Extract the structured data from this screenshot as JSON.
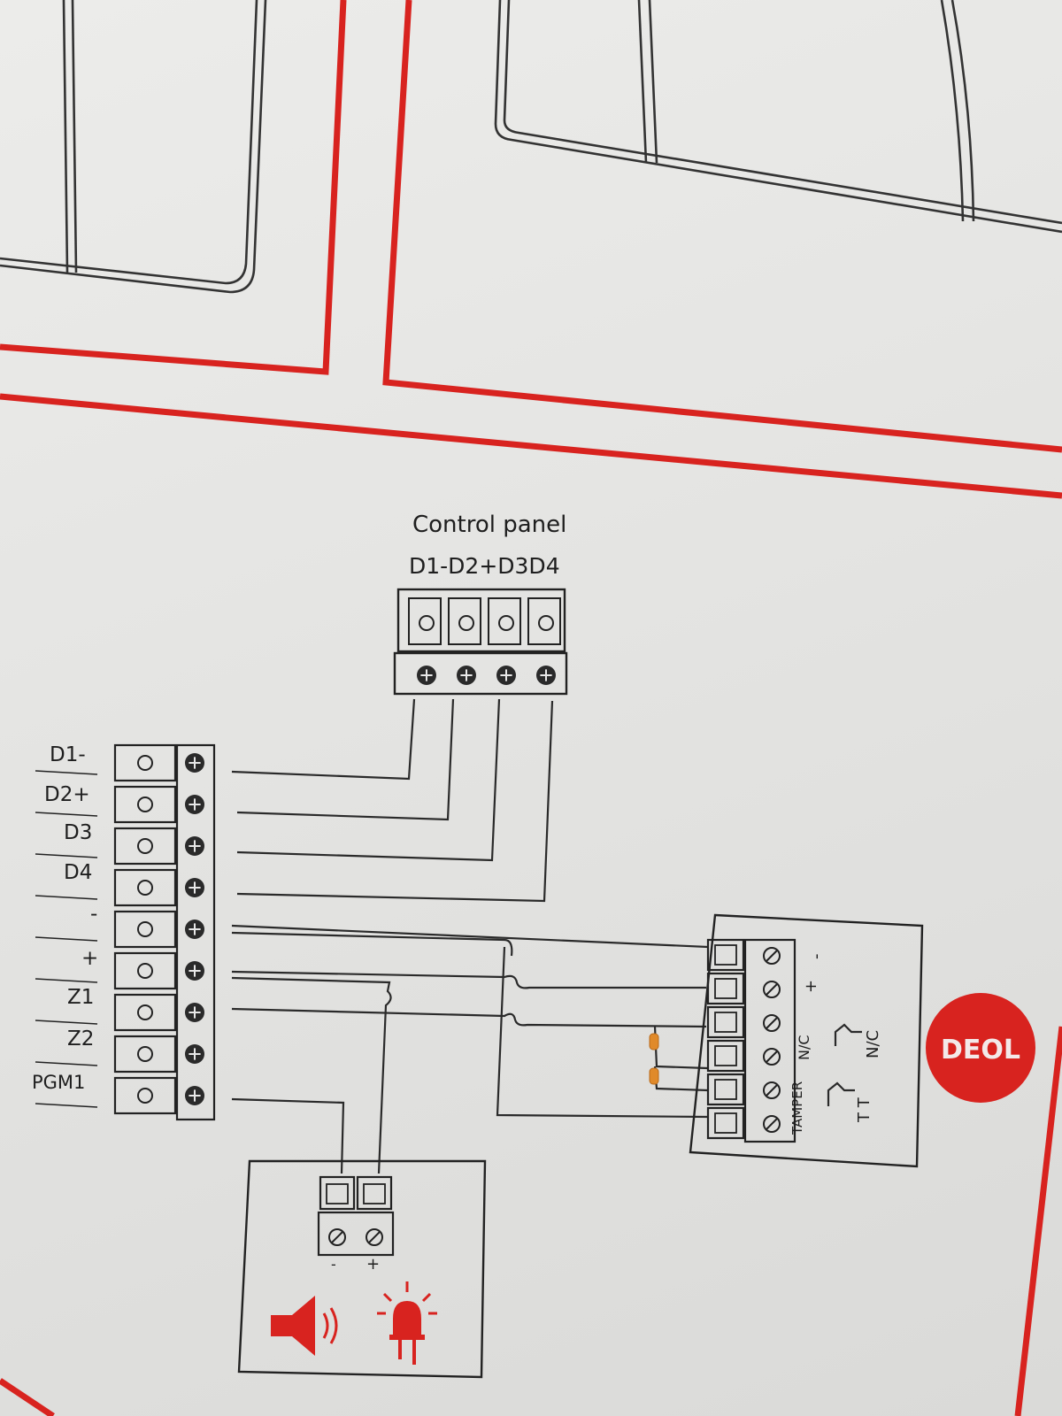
{
  "diagram": {
    "control_panel": {
      "title": "Control panel",
      "terminals": "D1-D2+D3D4"
    },
    "left_terminal_labels": [
      "D1-",
      "D2+",
      "D3",
      "D4",
      "-",
      "+",
      "Z1",
      "Z2",
      "PGM1"
    ],
    "right_module": {
      "power_labels": [
        "-",
        "+"
      ],
      "nc_label": "N/C",
      "nc_label_2": "N/C",
      "tamper_label": "TAMPER",
      "tamper_contacts": "T T"
    },
    "siren": {
      "minus": "-",
      "plus": "+"
    },
    "brand": {
      "name": "DEOL",
      "color": "#d8231f"
    },
    "icons": [
      "screw-terminal-icon",
      "speaker-icon",
      "led-lamp-icon",
      "resistor-icon"
    ],
    "colors": {
      "frame_red": "#d8231f",
      "line": "#222222",
      "resistor": "#e08a2a"
    }
  }
}
